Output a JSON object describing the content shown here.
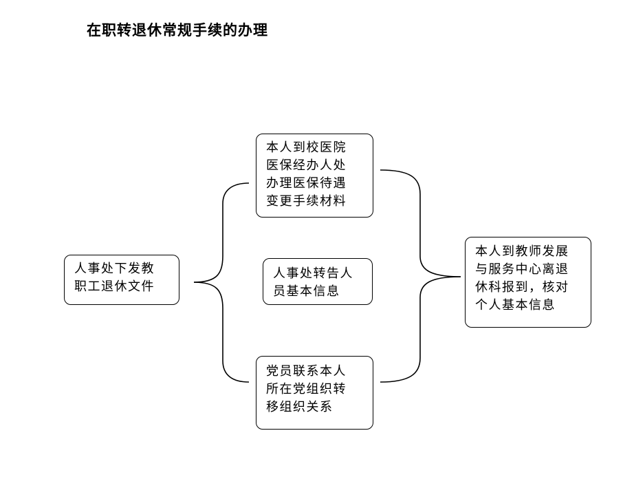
{
  "title": "在职转退休常规手续的办理",
  "nodes": {
    "start": "人事处下发教\n职工退休文件",
    "medical": "本人到校医院\n医保经办人处\n办理医保待遇\n变更手续材料",
    "notify": "人事处转告人\n员基本信息",
    "party": "党员联系本人\n所在党组织转\n移组织关系",
    "final": "本人到教师发展\n与服务中心离退\n休科报到，核对\n个人基本信息"
  }
}
